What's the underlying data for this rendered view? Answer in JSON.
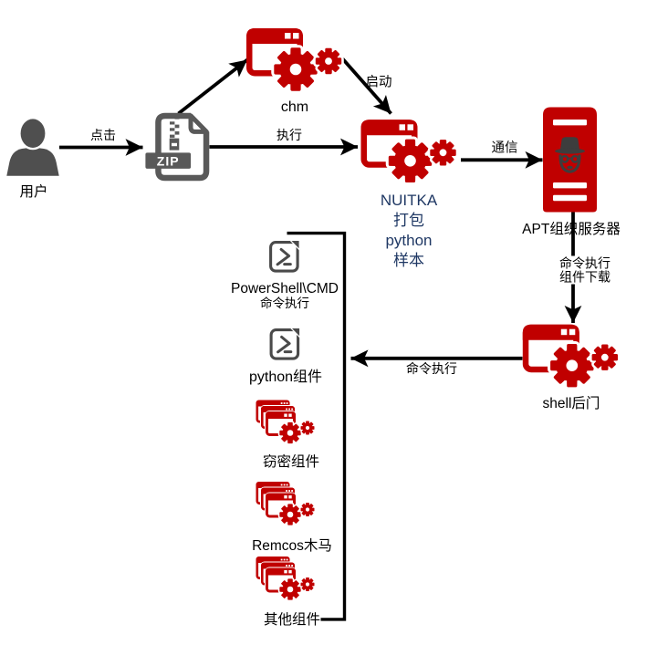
{
  "diagram": {
    "type": "malware-attack-flow",
    "nodes": {
      "user": {
        "label": "用户"
      },
      "zip_file": {
        "badge": "ZIP"
      },
      "chm": {
        "label": "chm"
      },
      "nuitka_sample": {
        "lines": [
          "NUITKA",
          "打包",
          "python",
          "样本"
        ]
      },
      "apt_server": {
        "label": "APT组织服务器"
      },
      "shell_backdoor": {
        "label": "shell后门"
      },
      "powershell_cmd": {
        "lines": [
          "PowerShell\\CMD",
          "命令执行"
        ]
      },
      "python_component": {
        "label": "python组件"
      },
      "stealer_component": {
        "label": "窃密组件"
      },
      "remcos_trojan": {
        "label": "Remcos木马"
      },
      "other_components": {
        "label": "其他组件"
      }
    },
    "edges": {
      "click": {
        "label": "点击"
      },
      "execute": {
        "label": "执行"
      },
      "launch": {
        "label": "启动"
      },
      "communicate": {
        "label": "通信"
      },
      "command_download": {
        "lines": [
          "命令执行",
          "组件下载"
        ]
      },
      "command_execute": {
        "label": "命令执行"
      }
    },
    "colors": {
      "red": "#C00000",
      "gray": "#595959",
      "dark_gray": "#4A4A4A",
      "navy": "#1F3864",
      "line": "#000000"
    }
  }
}
